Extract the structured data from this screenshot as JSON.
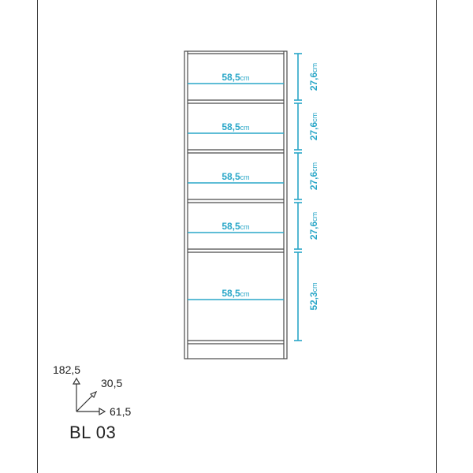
{
  "colors": {
    "dimension": "#2aa7c8",
    "outline": "#4a4a4a",
    "frame": "#222222",
    "text": "#222222"
  },
  "shelves": [
    {
      "width": "58,5",
      "width_unit": "cm",
      "height": "27,6",
      "height_unit": "cm"
    },
    {
      "width": "58,5",
      "width_unit": "cm",
      "height": "27,6",
      "height_unit": "cm"
    },
    {
      "width": "58,5",
      "width_unit": "cm",
      "height": "27,6",
      "height_unit": "cm"
    },
    {
      "width": "58,5",
      "width_unit": "cm",
      "height": "27,6",
      "height_unit": "cm"
    },
    {
      "width": "58,5",
      "width_unit": "cm",
      "height": "52,3",
      "height_unit": "cm"
    }
  ],
  "overall": {
    "height": "182,5",
    "depth": "30,5",
    "width": "61,5"
  },
  "model": "BL 03",
  "icons": {
    "axis": "axis-arrows-icon"
  }
}
